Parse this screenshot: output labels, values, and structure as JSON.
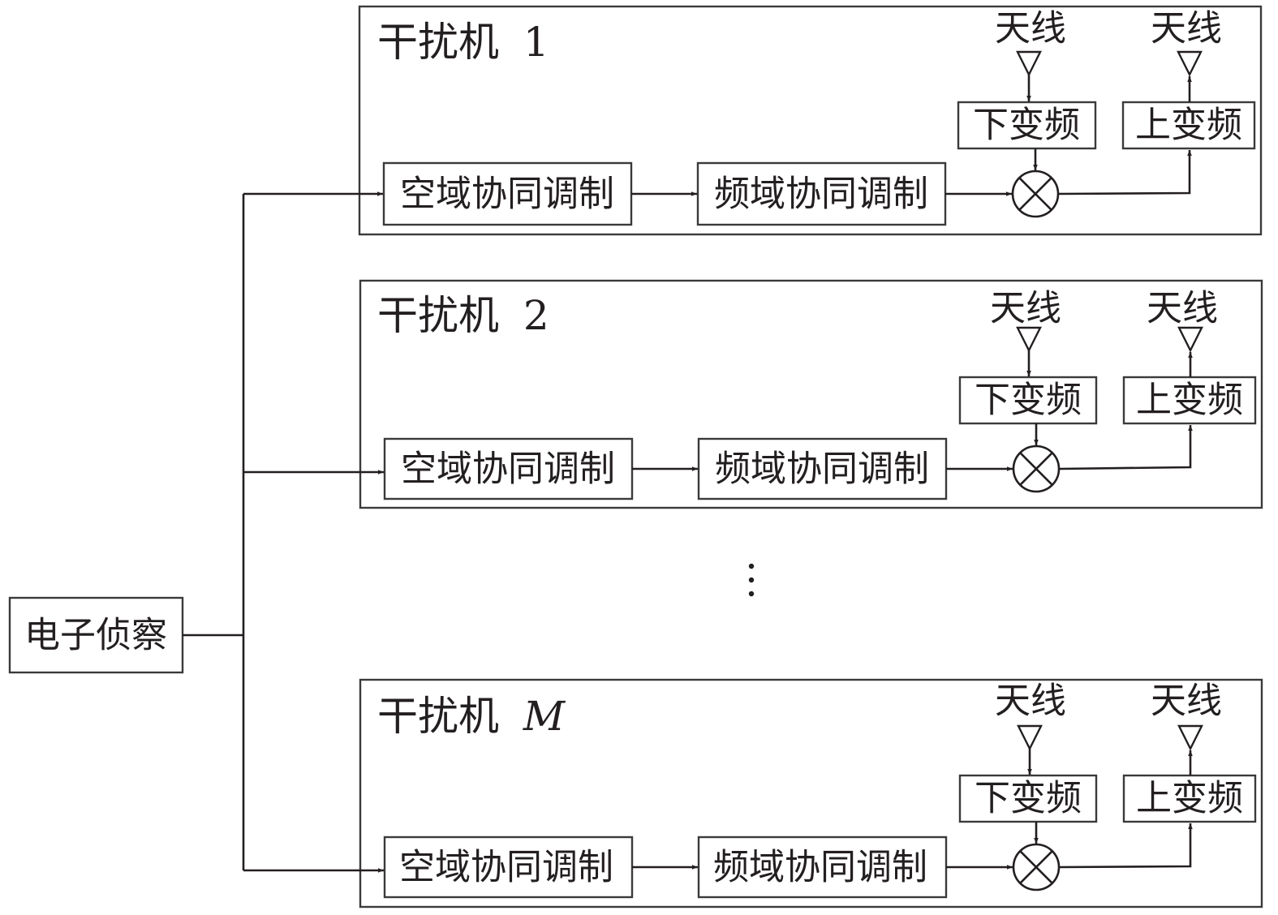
{
  "source": {
    "label": "电子侦察"
  },
  "jammers": [
    {
      "title_prefix": "干扰机",
      "title_index": "1",
      "spatial_label": "空域协同调制",
      "frequency_label": "频域协同调制",
      "downconvert_label": "下变频",
      "upconvert_label": "上变频",
      "rx_antenna_label": "天线",
      "tx_antenna_label": "天线"
    },
    {
      "title_prefix": "干扰机",
      "title_index": "2",
      "spatial_label": "空域协同调制",
      "frequency_label": "频域协同调制",
      "downconvert_label": "下变频",
      "upconvert_label": "上变频",
      "rx_antenna_label": "天线",
      "tx_antenna_label": "天线"
    },
    {
      "title_prefix": "干扰机",
      "title_index": "M",
      "spatial_label": "空域协同调制",
      "frequency_label": "频域协同调制",
      "downconvert_label": "下变频",
      "upconvert_label": "上变频",
      "rx_antenna_label": "天线",
      "tx_antenna_label": "天线"
    }
  ],
  "ellipsis": "vertical-ellipsis",
  "colors": {
    "line": "#231f20",
    "border": "#3a3a3a",
    "background": "#ffffff"
  }
}
